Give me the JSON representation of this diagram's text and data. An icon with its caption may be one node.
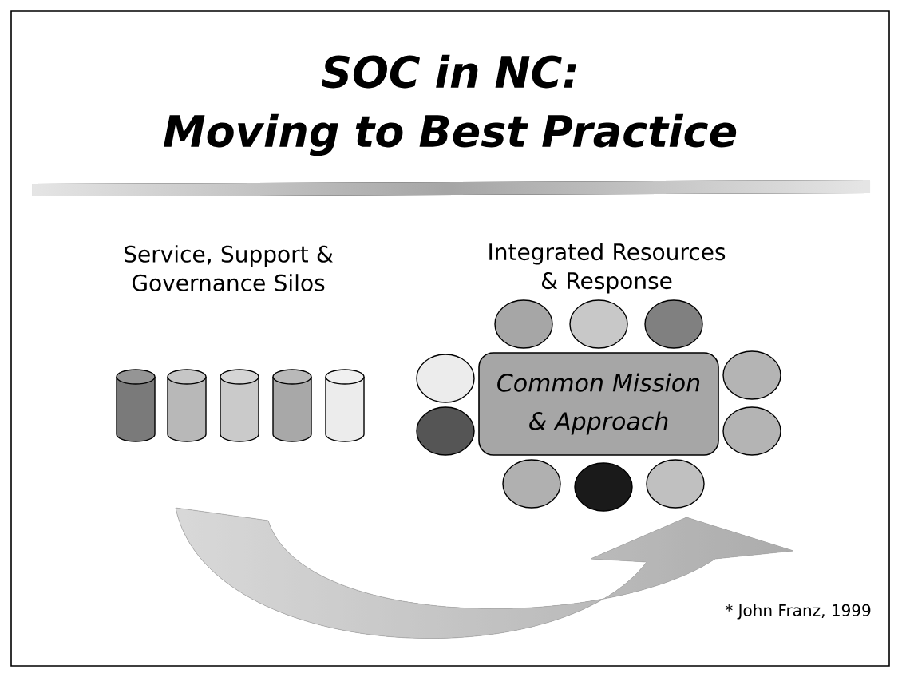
{
  "diagram": {
    "title": "SOC in NC: Moving to Best Practice",
    "nodes": [
      {
        "text": [],
        "shape": "cylinder"
      },
      {
        "text": [],
        "shape": "cylinder"
      },
      {
        "text": [],
        "shape": "cylinder"
      },
      {
        "text": [],
        "shape": "cylinder"
      },
      {
        "text": [],
        "shape": "cylinder"
      },
      {
        "text": [],
        "shape": "circle"
      },
      {
        "text": [],
        "shape": "circle"
      },
      {
        "text": [],
        "shape": "circle"
      },
      {
        "text": [],
        "shape": "circle"
      },
      {
        "text": [],
        "shape": "circle"
      },
      {
        "text": [],
        "shape": "circle"
      },
      {
        "text": [],
        "shape": "circle"
      },
      {
        "text": [],
        "shape": "circle"
      },
      {
        "text": [],
        "shape": "circle"
      },
      {
        "text": [],
        "shape": "circle"
      },
      {
        "text": [
          "Common Mission & Approach"
        ]
      }
    ],
    "edges": [],
    "labels": [
      "Service, Support & Governance Silos",
      "Integrated Resources & Response",
      "* John Franz, 1999"
    ]
  }
}
